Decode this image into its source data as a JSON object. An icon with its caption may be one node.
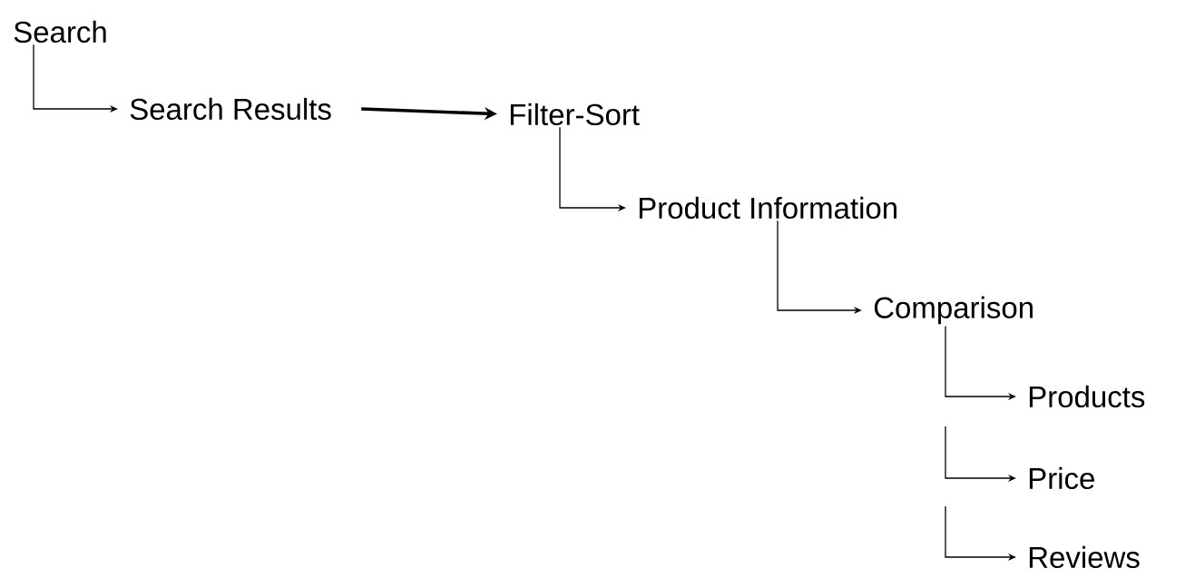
{
  "diagram": {
    "nodes": [
      {
        "text": [
          "Search"
        ]
      },
      {
        "text": [
          "Search Results"
        ]
      },
      {
        "text": [
          "Filter-Sort"
        ]
      },
      {
        "text": [
          "Product Information"
        ]
      },
      {
        "text": [
          "Comparison"
        ]
      },
      {
        "text": [
          "Products"
        ]
      },
      {
        "text": [
          "Price"
        ]
      },
      {
        "text": [
          "Reviews"
        ]
      }
    ],
    "edges": [
      {
        "from": 0,
        "to": 1,
        "arrow": "to"
      },
      {
        "from": 1,
        "to": 2,
        "arrow": "to",
        "style": "thick"
      },
      {
        "from": 2,
        "to": 3,
        "arrow": "to"
      },
      {
        "from": 3,
        "to": 4,
        "arrow": "to"
      },
      {
        "from": 4,
        "to": 5,
        "arrow": "to"
      },
      {
        "from": null,
        "to": 6,
        "arrow": "to"
      },
      {
        "from": null,
        "to": 7,
        "arrow": "to"
      }
    ]
  }
}
